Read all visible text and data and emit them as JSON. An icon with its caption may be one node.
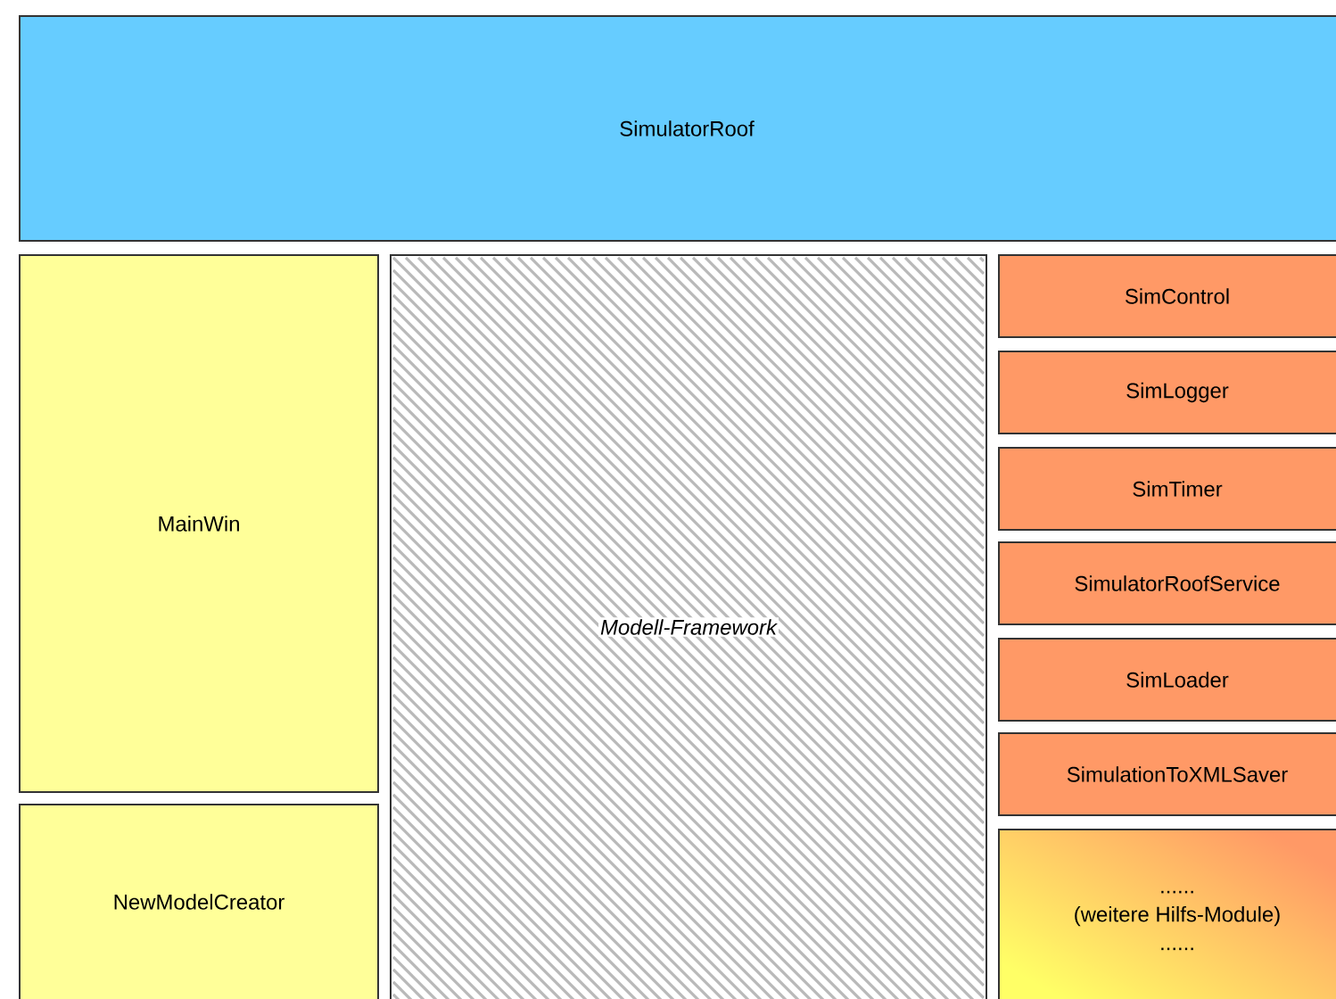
{
  "diagram": {
    "nodes": [
      {
        "text": [
          "SimulatorRoof"
        ]
      },
      {
        "text": [
          "MainWin"
        ]
      },
      {
        "text": [
          "NewModelCreator"
        ]
      },
      {
        "text": [
          "Modell-Framework"
        ]
      },
      {
        "text": [
          "SimControl"
        ]
      },
      {
        "text": [
          "SimLogger"
        ]
      },
      {
        "text": [
          "SimTimer"
        ]
      },
      {
        "text": [
          "SimulatorRoofService"
        ]
      },
      {
        "text": [
          "SimLoader"
        ]
      },
      {
        "text": [
          "SimulationToXMLSaver"
        ]
      },
      {
        "text": [
          "......",
          "(weitere Hilfs-Module)",
          "......"
        ]
      }
    ]
  }
}
